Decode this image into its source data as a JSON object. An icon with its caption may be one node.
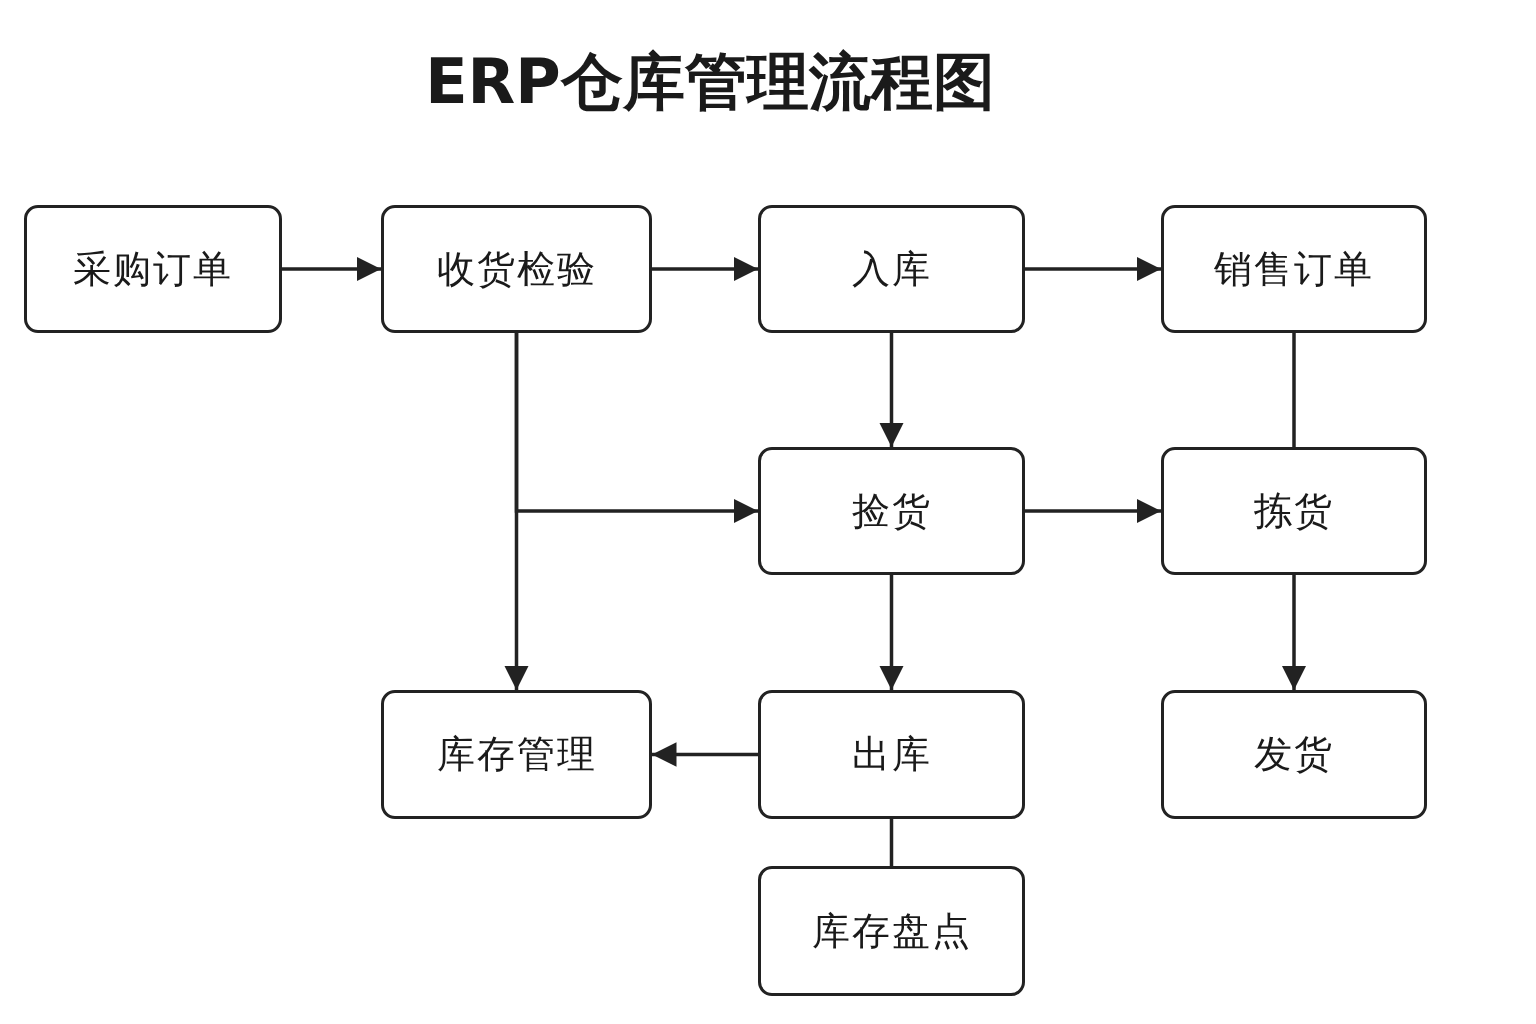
{
  "diagram": {
    "title": "ERP仓库管理流程图",
    "nodes": [
      {
        "text": [
          "采购订单"
        ]
      },
      {
        "text": [
          "收货检验"
        ]
      },
      {
        "text": [
          "入库"
        ]
      },
      {
        "text": [
          "销售订单"
        ]
      },
      {
        "text": [
          "捡货"
        ]
      },
      {
        "text": [
          "拣货"
        ]
      },
      {
        "text": [
          "库存管理"
        ]
      },
      {
        "text": [
          "出库"
        ]
      },
      {
        "text": [
          "发货"
        ]
      },
      {
        "text": [
          "库存盘点"
        ]
      }
    ],
    "edges": [
      {
        "from": 0,
        "to": 1,
        "arrow": "to"
      },
      {
        "from": 1,
        "to": 2,
        "arrow": "to"
      },
      {
        "from": 2,
        "to": 3,
        "arrow": "to"
      },
      {
        "from": 2,
        "to": 4,
        "arrow": "to"
      },
      {
        "from": 1,
        "to": 4,
        "arrow": "to"
      },
      {
        "from": 1,
        "to": 6,
        "arrow": "to"
      },
      {
        "from": 4,
        "to": 5,
        "arrow": "to"
      },
      {
        "from": 3,
        "to": 5,
        "arrow": "none"
      },
      {
        "from": 4,
        "to": 7,
        "arrow": "to"
      },
      {
        "from": 5,
        "to": 8,
        "arrow": "to"
      },
      {
        "from": 7,
        "to": 6,
        "arrow": "to"
      },
      {
        "from": 7,
        "to": 9,
        "arrow": "none"
      }
    ]
  }
}
